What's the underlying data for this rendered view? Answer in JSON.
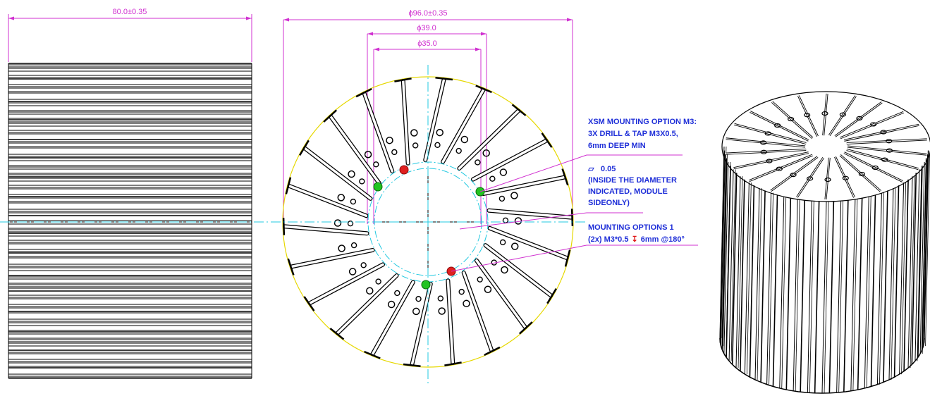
{
  "dimensions": {
    "length": "80.0±0.35",
    "outer_diameter": "ϕ96.0±0.35",
    "d39": "ϕ39.0",
    "d35": "ϕ35.0"
  },
  "notes": {
    "xsm_line1": "XSM MOUNTING OPTION M3:",
    "xsm_line2": "3X DRILL & TAP M3X0.5,",
    "xsm_line3": "6mm DEEP MIN",
    "flatness_symbol": "▱",
    "flatness_value": "0.05",
    "flat_line2": "(INSIDE THE DIAMETER",
    "flat_line3": "INDICATED, MODULE",
    "flat_line4": "SIDEONLY)",
    "mount1_line1": "MOUNTING OPTIONS 1",
    "mount1_prefix": "(2x) M3*0.5",
    "mount1_depth_symbol": "↧",
    "mount1_suffix": "6mm @180°"
  },
  "colors": {
    "dimension": "#d030d0",
    "centerline": "#20c8e0",
    "outline": "#e6d800",
    "note": "#1f2fd8",
    "hole_green": "#22c322",
    "hole_red": "#e02020",
    "ink": "#000000"
  }
}
